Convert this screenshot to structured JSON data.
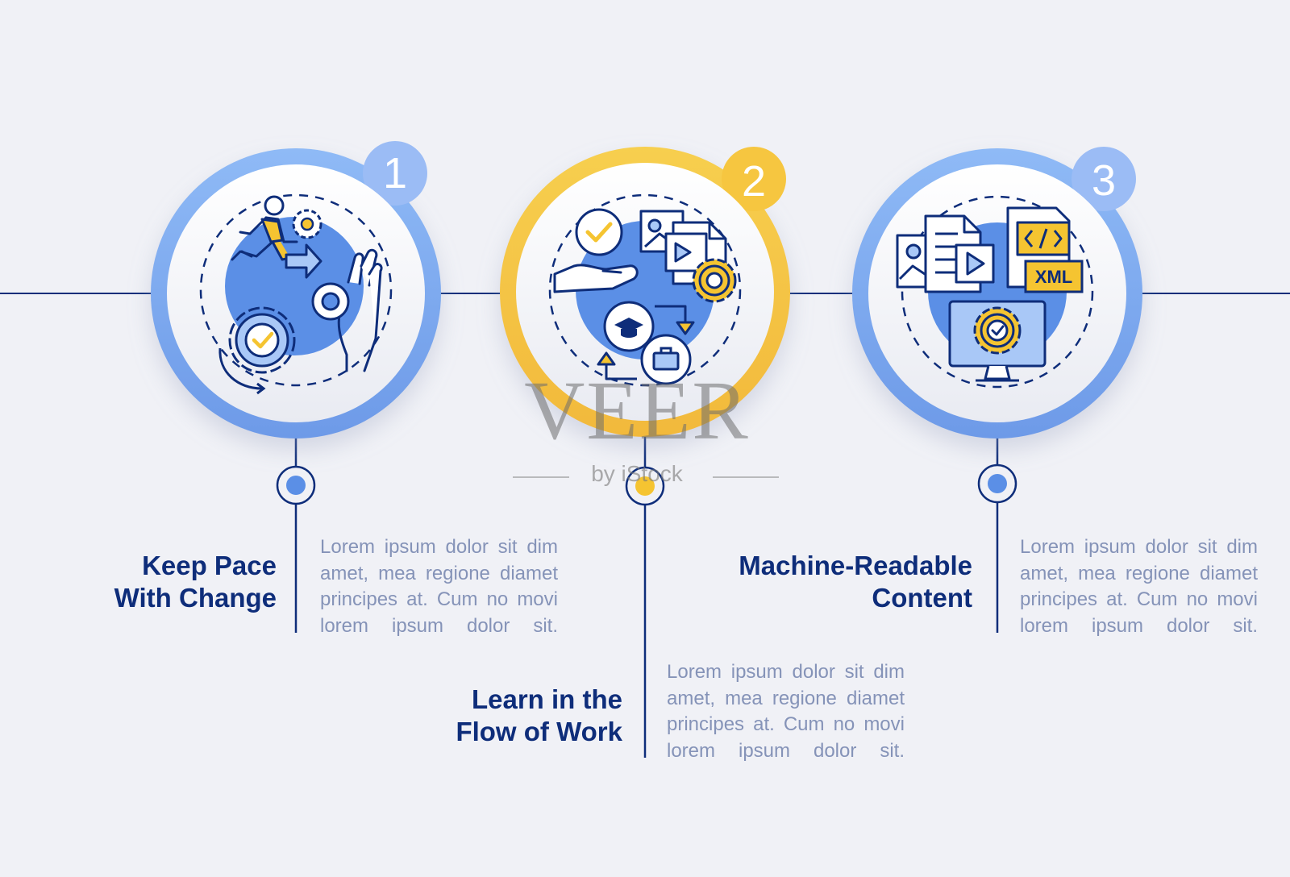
{
  "steps": [
    {
      "number": "1",
      "title_lines": [
        "Keep Pace",
        "With Change"
      ],
      "desc_lines": [
        "Lorem ipsum dolor sit dim",
        "amet, mea regione diamet",
        "principes at. Cum no movi",
        "lorem ipsum dolor sit."
      ],
      "ring_color": "#7aa8f2",
      "badge_color": "#9bbcf5",
      "icons": [
        "running-person-icon",
        "gear-icon",
        "arrow-right-icon",
        "ok-hand-icon",
        "gear-check-icon"
      ]
    },
    {
      "number": "2",
      "title_lines": [
        "Learn in the",
        "Flow of Work"
      ],
      "desc_lines": [
        "Lorem ipsum dolor sit dim",
        "amet, mea regione diamet",
        "principes at. Cum no movi",
        "lorem ipsum dolor sit."
      ],
      "ring_color": "#f4c242",
      "badge_color": "#f6c640",
      "icons": [
        "check-circle-icon",
        "hand-icon",
        "media-files-icon",
        "gear-icon",
        "graduation-cap-icon",
        "briefcase-icon"
      ]
    },
    {
      "number": "3",
      "title_lines": [
        "Machine-Readable",
        "Content"
      ],
      "desc_lines": [
        "Lorem ipsum dolor sit dim",
        "amet, mea regione diamet",
        "principes at. Cum no movi",
        "lorem ipsum dolor sit."
      ],
      "ring_color": "#7aa8f2",
      "badge_color": "#9bbcf5",
      "icons": [
        "image-icon",
        "document-icon",
        "video-file-icon",
        "code-file-icon",
        "xml-icon",
        "monitor-gear-icon"
      ]
    }
  ],
  "colors": {
    "navy": "#0e2d7a",
    "blue_fill": "#5b8fe6",
    "yellow": "#f5c431",
    "light_blue": "#a9c8f7",
    "background": "#f0f1f6"
  },
  "watermark": {
    "main": "VEER",
    "sub": "by iStock"
  }
}
